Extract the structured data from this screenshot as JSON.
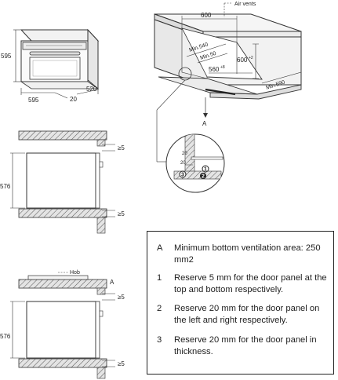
{
  "oven": {
    "height": "595",
    "width": "595",
    "depth": "520",
    "door": "20"
  },
  "cabinet": {
    "air_vents": "Air vents",
    "width": "600",
    "min_540": "Min.540",
    "min_50": "Min.50",
    "height": "600",
    "height_sup": "+2",
    "inner_width": "560",
    "inner_width_sup": "+8",
    "min_590": "Min.590",
    "label_a": "A"
  },
  "detail": {
    "val_20_a": "20",
    "val_20_b": "20",
    "circle_1": "1",
    "circle_2": "2",
    "circle_3": "3"
  },
  "side_top": {
    "height": "576",
    "gap_top": "≥5",
    "gap_bottom": "≥5"
  },
  "side_bottom": {
    "hob": "Hob",
    "label_a": "A",
    "height": "576",
    "gap_top": "≥5",
    "gap_bottom": "≥5"
  },
  "notes": [
    {
      "key": "A",
      "text": "Minimum bottom ventilation area: 250 mm2"
    },
    {
      "key": "1",
      "text": "Reserve 5 mm for the door panel at the top and bottom respectively."
    },
    {
      "key": "2",
      "text": "Reserve 20 mm for the door panel on the left and right respectively."
    },
    {
      "key": "3",
      "text": "Reserve 20 mm for the door panel in thickness."
    }
  ]
}
